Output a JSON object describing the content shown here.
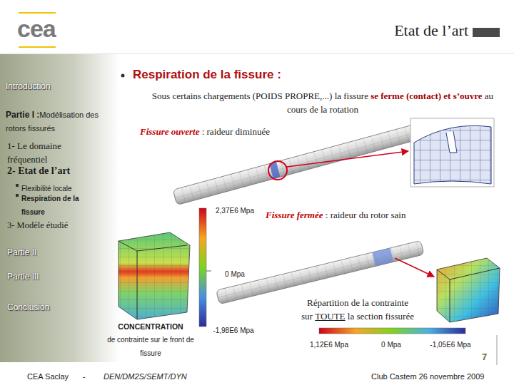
{
  "diagram": {
    "title": "Etat de l’art",
    "labels": [
      "cea",
      "Introduction",
      "Partie I :",
      "Modélisation des rotors fissurés",
      "1- Le domaine fréquentiel",
      "2- Etat de l’art",
      "Flexibilité locale",
      "Respiration de la fissure",
      "3- Modèle étudié",
      "Partie II",
      "Partie III",
      "Conclusion",
      "Respiration de la fissure :",
      "Sous certains chargements (POIDS PROPRE,...) la fissure",
      "se ferme (contact)",
      "et s’ouvre",
      "au cours de la rotation",
      "Fissure ouverte",
      ": raideur diminuée",
      "2,37E6 Mpa",
      "Fissure fermée",
      ": raideur du rotor sain",
      "0 Mpa",
      "CONCENTRATION",
      "de contrainte sur le front de fissure",
      "-1,98E6 Mpa",
      "Répartition de la contrainte sur",
      "TOUTE",
      "la section fissurée",
      "1,12E6 Mpa",
      "0 Mpa",
      "-1,05E6 Mpa",
      "7",
      "CEA Saclay",
      "-",
      "DEN/DM2S/SEMT/DYN",
      "Club Castem 26 novembre 2009"
    ]
  }
}
